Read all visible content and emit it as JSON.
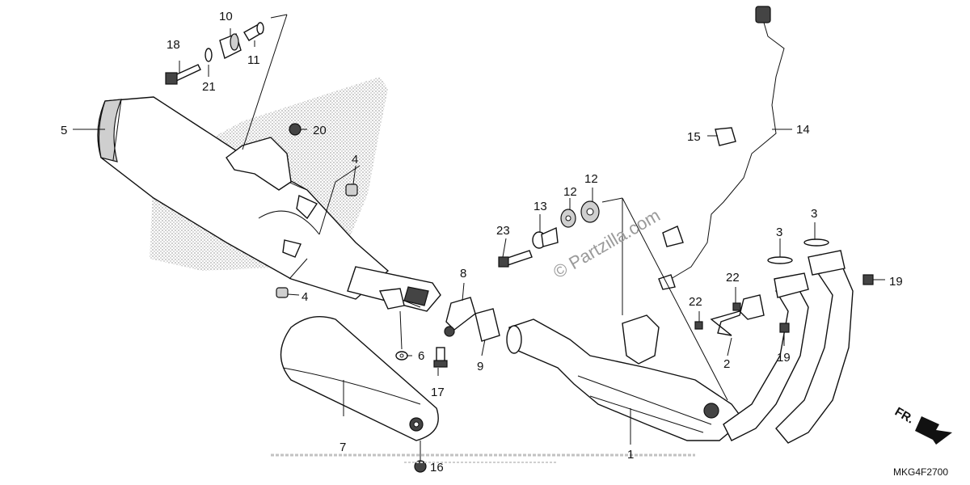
{
  "diagram": {
    "code": "MKG4F2700",
    "watermark": "© Partzilla.com",
    "front_label": "FR.",
    "callouts": [
      "1",
      "2",
      "3",
      "3",
      "4",
      "4",
      "5",
      "6",
      "7",
      "8",
      "9",
      "10",
      "11",
      "12",
      "12",
      "13",
      "14",
      "15",
      "16",
      "17",
      "18",
      "19",
      "19",
      "20",
      "21",
      "22",
      "22",
      "23"
    ]
  }
}
